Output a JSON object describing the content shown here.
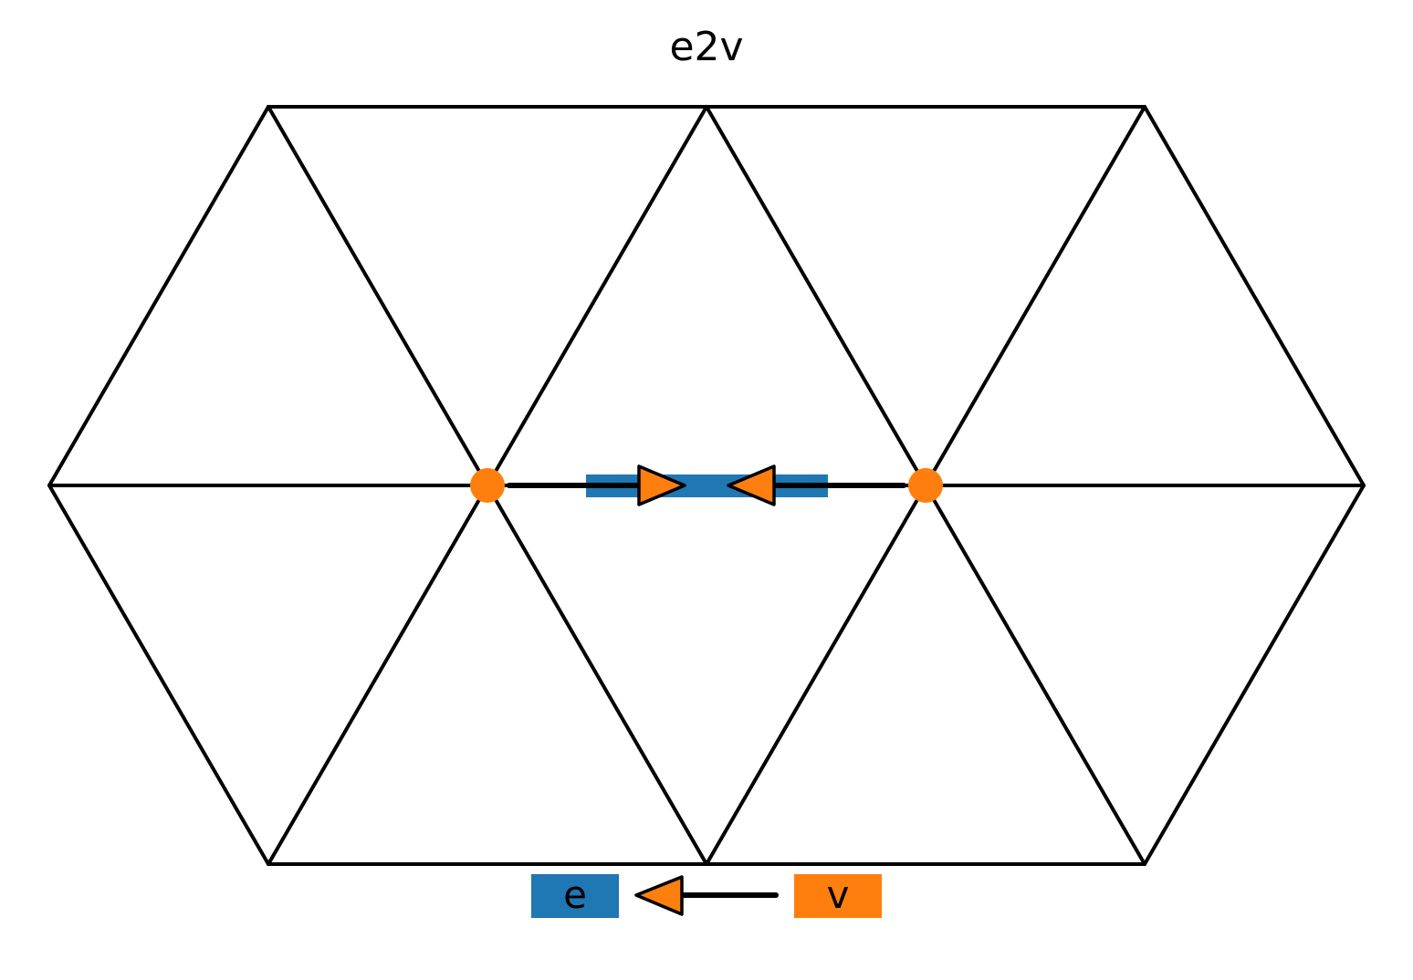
{
  "title": "e2v",
  "colors": {
    "edge_highlight": "#1f77b4",
    "vertex_highlight": "#ff7f0e",
    "mesh": "#000000",
    "arrow": "#000000"
  },
  "legend": {
    "source_label": "e",
    "target_label": "v"
  }
}
